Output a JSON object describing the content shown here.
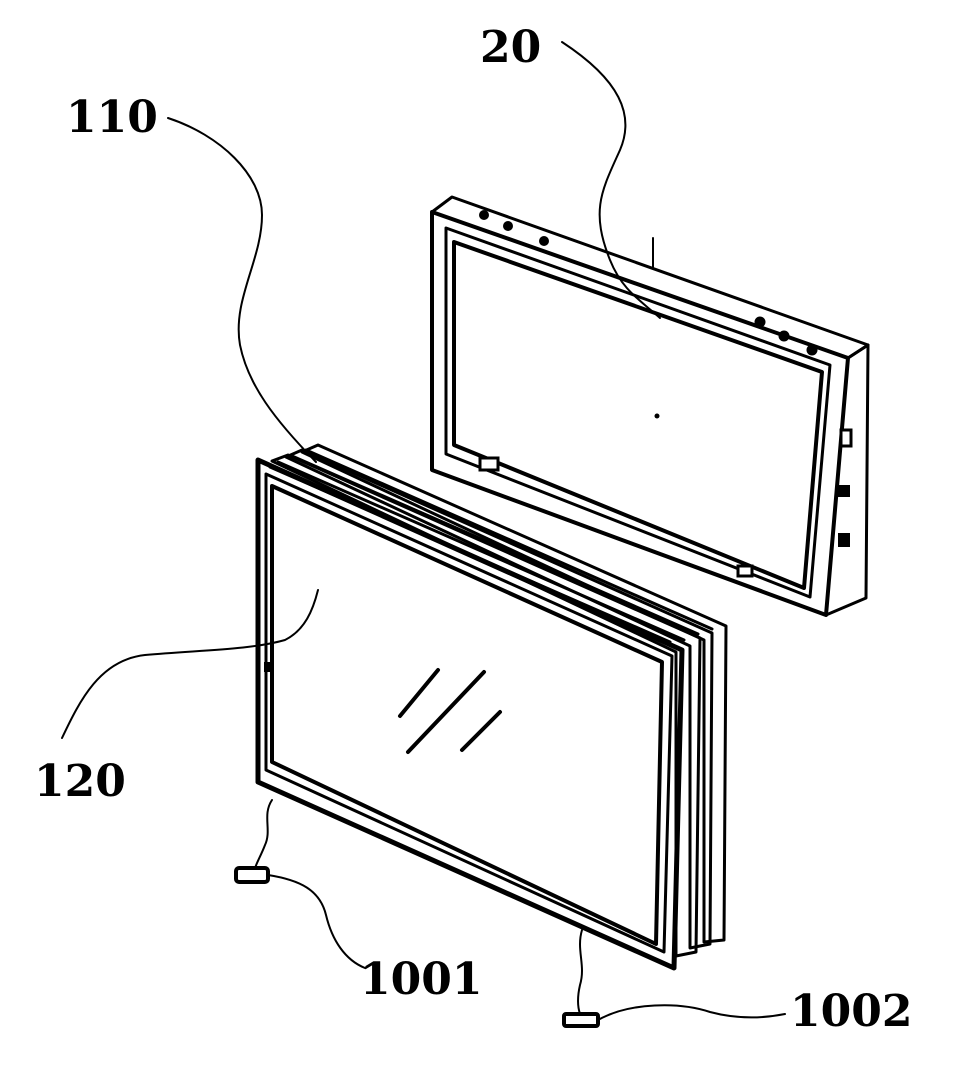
{
  "figure": {
    "labels": {
      "housing": "20",
      "panel_layer": "110",
      "glass_panel": "120",
      "connector_left": "1001",
      "connector_right": "1002"
    }
  }
}
